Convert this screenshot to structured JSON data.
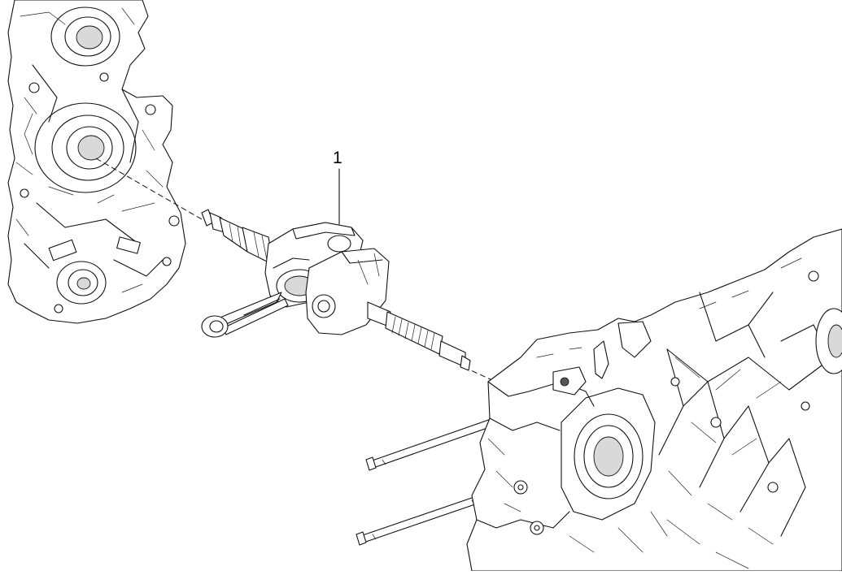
{
  "diagram": {
    "callouts": [
      {
        "label": "1"
      }
    ],
    "parts": [
      {
        "ref": "1",
        "part": "crankshaft"
      },
      {
        "part": "crankcase-left-half"
      },
      {
        "part": "crankcase-right-half"
      },
      {
        "part": "crankcase-stud-upper"
      },
      {
        "part": "crankcase-stud-lower"
      }
    ],
    "colors": {
      "line": "#111111",
      "background": "#ffffff",
      "shade": "#d9d9d9"
    }
  }
}
